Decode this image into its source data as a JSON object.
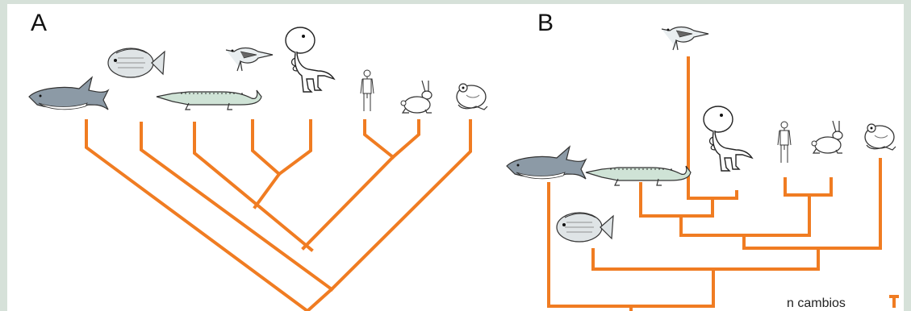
{
  "panels": {
    "a": {
      "label": "A"
    },
    "b": {
      "label": "B"
    }
  },
  "scale": {
    "label": "n cambios"
  },
  "colors": {
    "branch": "#f07c22",
    "background_frame": "#d6e1d9",
    "canvas": "#ffffff"
  },
  "taxa": [
    "shark-icon",
    "fish-icon",
    "crocodile-icon",
    "bird-icon",
    "dinosaur-icon",
    "human-icon",
    "rabbit-icon",
    "frog-icon"
  ]
}
